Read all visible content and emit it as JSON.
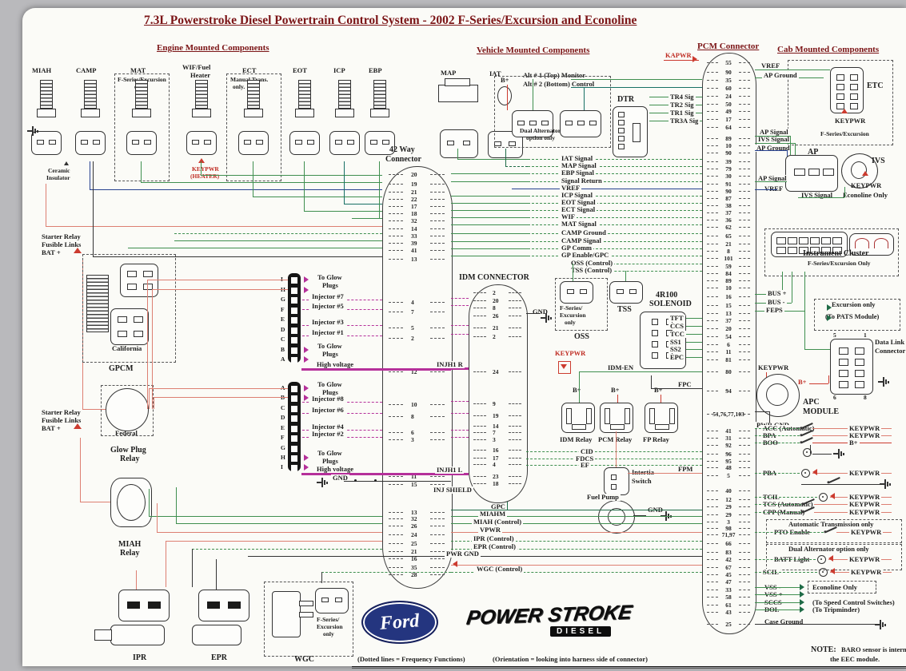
{
  "title": "7.3L Powerstroke Diesel Powertrain Control System - 2002 F-Series/Excursion and Econoline",
  "headers": {
    "engine": "Engine Mounted Components",
    "vehicle": "Vehicle Mounted Components",
    "pcm": "PCM Connector",
    "cab": "Cab Mounted Components"
  },
  "components": {
    "miah": "MIAH",
    "camp": "CAMP",
    "mat": "MAT",
    "mat_note1": "F-Series/Excursion",
    "mat_note2": "only",
    "wif1": "WIF/Fuel",
    "wif2": "Heater",
    "ect": "ECT",
    "ect_note1": "Manual Trans.",
    "ect_note2": "only.",
    "eot": "EOT",
    "icp": "ICP",
    "ebp": "EBP",
    "map": "MAP",
    "iat": "IAT",
    "ipr": "IPR",
    "epr": "EPR",
    "wgc": "WGC",
    "wgc_note1": "F-Series/",
    "wgc_note2": "Excursion",
    "wgc_note3": "only"
  },
  "c42": {
    "label1": "42 Way",
    "label2": "Connector",
    "top": [
      "20",
      "19",
      "21",
      "22",
      "17",
      "18",
      "32",
      "14",
      "33",
      "39",
      "41",
      "13"
    ],
    "mid": [
      "4",
      "7",
      "5",
      "2",
      "12",
      "10",
      "8",
      "6",
      "3",
      "11",
      "15"
    ],
    "bottom": [
      "13",
      "32",
      "26",
      "24",
      "25",
      "21",
      "16",
      "35",
      "28"
    ]
  },
  "idm": {
    "label": "IDM CONNECTOR",
    "pins": [
      "2",
      "20",
      "8",
      "26",
      "21",
      "2",
      "24",
      "9",
      "19",
      "14",
      "7",
      "3",
      "16",
      "17",
      "4",
      "23",
      "18"
    ],
    "gnd": "GND"
  },
  "pcm": {
    "pins": [
      "55",
      "90",
      "35",
      "60",
      "24",
      "50",
      "49",
      "17",
      "64",
      "89",
      "10",
      "90",
      "39",
      "79",
      "30",
      "91",
      "90",
      "87",
      "38",
      "37",
      "36",
      "62",
      "65",
      "21",
      "8",
      "101",
      "59",
      "84",
      "89",
      "10",
      "16",
      "15",
      "13",
      "37",
      "20",
      "54",
      "6",
      "11",
      "81",
      "80",
      "94",
      "51,76,77,103",
      "41",
      "31",
      "92",
      "96",
      "95",
      "48",
      "5",
      "40",
      "12",
      "29",
      "29",
      "3",
      "98",
      "71,97",
      "66",
      "83",
      "42",
      "67",
      "45",
      "47",
      "33",
      "58",
      "61",
      "43",
      "25"
    ]
  },
  "sig": {
    "kapwr": "KAPWR",
    "alt1": "Alt # 1 (Top) Monitor",
    "alt2": "Alt # 2 (Bottom) Control",
    "tr4": "TR4 Sig",
    "tr2": "TR2 Sig",
    "tr1": "TR1 Sig",
    "tr3a": "TR3A Sig",
    "iat": "IAT Signal",
    "map": "MAP Signal",
    "ebp": "EBP Signal",
    "sigret": "Signal Return",
    "vref": "VREF",
    "icp": "ICP Signal",
    "eot": "EOT Signal",
    "ect": "ECT Signal",
    "wif": "WIF",
    "mat": "MAT Signal",
    "campg": "CAMP Ground",
    "camps": "CAMP Signal",
    "gpcomm": "GP Comm",
    "gpen": "GP Enable/GPC",
    "ossc": "OSS (Control)",
    "tssc": "TSS (Control)",
    "tft": "TFT",
    "ccs": "CCS",
    "tcc": "TCC",
    "ss1": "SS1",
    "ss2": "SS2",
    "epc": "EPC",
    "idmen": "IDM-EN",
    "fpc": "FPC",
    "fpm": "FPM",
    "miahm": "MIAHM",
    "miahc": "MIAH (Control)",
    "vpwr": "VPWR",
    "iprc": "IPR (Control)",
    "eprc": "EPR (Control)",
    "pwrgnd": "PWR GND",
    "wgcc": "WGC (Control)",
    "gpc": "GPC",
    "cid": "CID",
    "fdcs": "FDCS",
    "ef": "EF"
  },
  "left": {
    "starter": "Starter Relay",
    "fusible": "Fusible Links",
    "bat": "BAT +",
    "ceramic1": "Ceramic",
    "ceramic2": "Insulator",
    "keypwrh1": "KEYPWR",
    "keypwrh2": "(HEATER)",
    "california": "California",
    "gpcm": "GPCM",
    "federal": "Federal",
    "glow1": "Glow Plug",
    "glow2": "Relay",
    "miahr1": "MIAH",
    "miahr2": "Relay",
    "toglow1": "To Glow",
    "toglow2": "Plugs",
    "inj": [
      "Injector #7",
      "Injector #5",
      "Injector #3",
      "Injector #1",
      "Injector #8",
      "Injector #6",
      "Injector #4",
      "Injector #2"
    ],
    "hv": "High voltage",
    "gnd": "GND",
    "injh1r": "INJH1 R",
    "injh1l": "INJH1 L",
    "injshield": "INJ SHIELD",
    "letters_top": [
      "I",
      "H",
      "G",
      "F",
      "E",
      "D",
      "C",
      "B",
      "A"
    ],
    "letters_bot": [
      "A",
      "B",
      "C",
      "D",
      "E",
      "F",
      "G",
      "H",
      "I"
    ]
  },
  "mid": {
    "bplus": "B+",
    "dualalt1": "Dual Alternator",
    "dualalt2": "option only",
    "dtr": "DTR",
    "fse1": "F-Series/",
    "fse2": "Excursion",
    "fse3": "only",
    "oss": "OSS",
    "tss": "TSS",
    "sol1": "4R100",
    "sol2": "SOLENOID",
    "keypwr": "KEYPWR",
    "idm_relay": "IDM Relay",
    "pcm_relay": "PCM Relay",
    "fp_relay": "FP Relay",
    "inertia1": "Intertia",
    "inertia2": "Switch",
    "fuelpump": "Fuel Pump",
    "gnd": "GND"
  },
  "cab": {
    "vref": "VREF",
    "apground": "AP Ground",
    "etc": "ETC",
    "keypwr": "KEYPWR",
    "fse": "F-Series/Excursion",
    "apsignal": "AP Signal",
    "ivssignal": "IVS Signal",
    "ap": "AP",
    "ivs": "IVS",
    "econoline": "Econoline Only",
    "ic1": "Instrument Cluster",
    "ic2": "F-Series/Excursion Only",
    "busp": "BUS +",
    "busm": "BUS -",
    "feps": "FEPS",
    "exc": "Excursion only",
    "pats": "(To PATS Module)",
    "dlc1": "Data Link",
    "dlc2": "Connector",
    "dlc_pins": [
      "5",
      "1",
      "6",
      "8"
    ],
    "bplus": "B+",
    "apc1": "APC",
    "apc2": "MODULE",
    "pwrgnd": "PWR GND",
    "autotrans": "Automatic Transmission only",
    "dualalt": "Dual Alternator option only",
    "rows": [
      {
        "label": "ACC (Automatic)",
        "right": "KEYPWR"
      },
      {
        "label": "BPA",
        "right": "KEYPWR"
      },
      {
        "label": "BOO",
        "right": "B+"
      },
      {
        "label": "PBA",
        "right": "KEYPWR"
      },
      {
        "label": "TCIL",
        "right": "KEYPWR"
      },
      {
        "label": "TCS (Automatic)",
        "right": "KEYPWR"
      },
      {
        "label": "CPP (Manual)",
        "right": "KEYPWR"
      },
      {
        "label": "PTO Enable",
        "right": "KEYPWR"
      },
      {
        "label": "BATT Light",
        "right": "KEYPWR"
      },
      {
        "label": "SCIL",
        "right": "KEYPWR"
      },
      {
        "label": "VSS -",
        "right": "Econoline Only"
      },
      {
        "label": "VSS +",
        "right": ""
      },
      {
        "label": "SCCS",
        "right": "(To Speed Control Switches)"
      },
      {
        "label": "DOL",
        "right": "(To Tripminder)"
      },
      {
        "label": "Case Ground",
        "right": ""
      }
    ]
  },
  "notes": {
    "note_k": "NOTE:",
    "note1": "BARO sensor is internal to",
    "note2": "the EEC module.",
    "fn1": "(Dotted lines = Frequency Functions)",
    "fn2": "(Orientation = looking into harness side of connector)"
  },
  "logos": {
    "ford": "Ford",
    "ps1": "POWER STROKE",
    "ps2": "DIESEL"
  },
  "colors": {
    "green": "#3f8f4f",
    "dark_green": "#1f6b46",
    "blue": "#27418f",
    "teal": "#177064",
    "red": "#cc3b2f",
    "salmon": "#dd7f72",
    "magenta": "#b5309a",
    "black": "#333333",
    "header_maroon": "#7b1416",
    "ford_blue": "#24357f"
  }
}
